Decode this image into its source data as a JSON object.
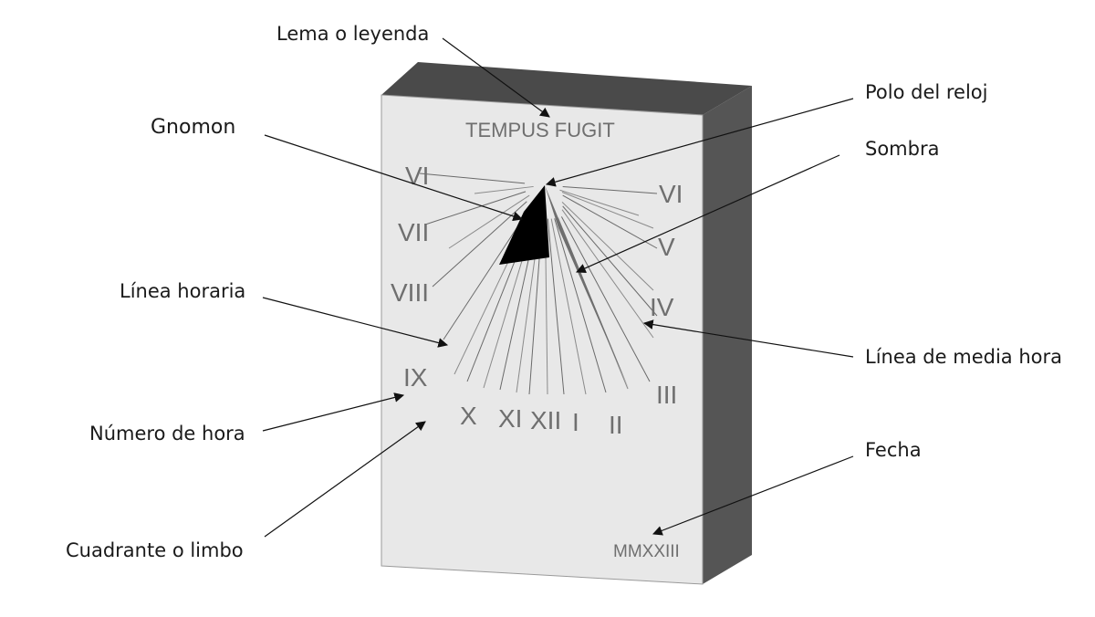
{
  "labels": {
    "motto_label": "Lema o leyenda",
    "pole_label": "Polo del reloj",
    "gnomon_label": "Gnomon",
    "shadow_label": "Sombra",
    "hour_line_label": "Línea horaria",
    "half_hour_line_label": "Línea de media hora",
    "hour_number_label": "Número de hora",
    "date_label": "Fecha",
    "dial_label": "Cuadrante o limbo"
  },
  "dial": {
    "motto": "TEMPUS FUGIT",
    "date": "MMXXIII",
    "hours": {
      "vi_left": "VI",
      "vii": "VII",
      "viii": "VIII",
      "ix": "IX",
      "x": "X",
      "xi": "XI",
      "xii": "XII",
      "i": "I",
      "ii": "II",
      "iii": "III",
      "iv": "IV",
      "v": "V",
      "vi_right": "VI"
    }
  },
  "colors": {
    "dial_face": "#e8e8e8",
    "block_top": "#4a4a4a",
    "block_side": "#555555",
    "gnomon": "#000000",
    "shadow": "#6e6e6e",
    "numerals": "#6f6f6f"
  }
}
